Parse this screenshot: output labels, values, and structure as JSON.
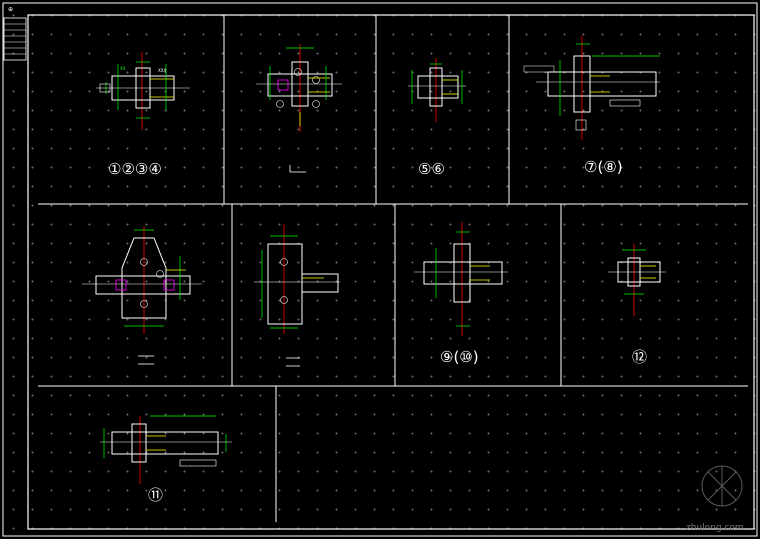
{
  "drawing": {
    "title_block_mark": "⊕",
    "labels": {
      "l1234": "①②③④",
      "l56": "⑤⑥",
      "l78": "⑦(⑧)",
      "l910": "⑨(⑩)",
      "l12": "⑫",
      "l11": "⑪"
    },
    "watermark": "zhulong.com",
    "colors": {
      "frame": "#ffffff",
      "steel": "#ffffff",
      "dimension": "#00ff00",
      "weld": "#ffff00",
      "centerline": "#ff0000",
      "bolt": "#ff00ff",
      "grid_dot": "#6a6a6a"
    }
  }
}
